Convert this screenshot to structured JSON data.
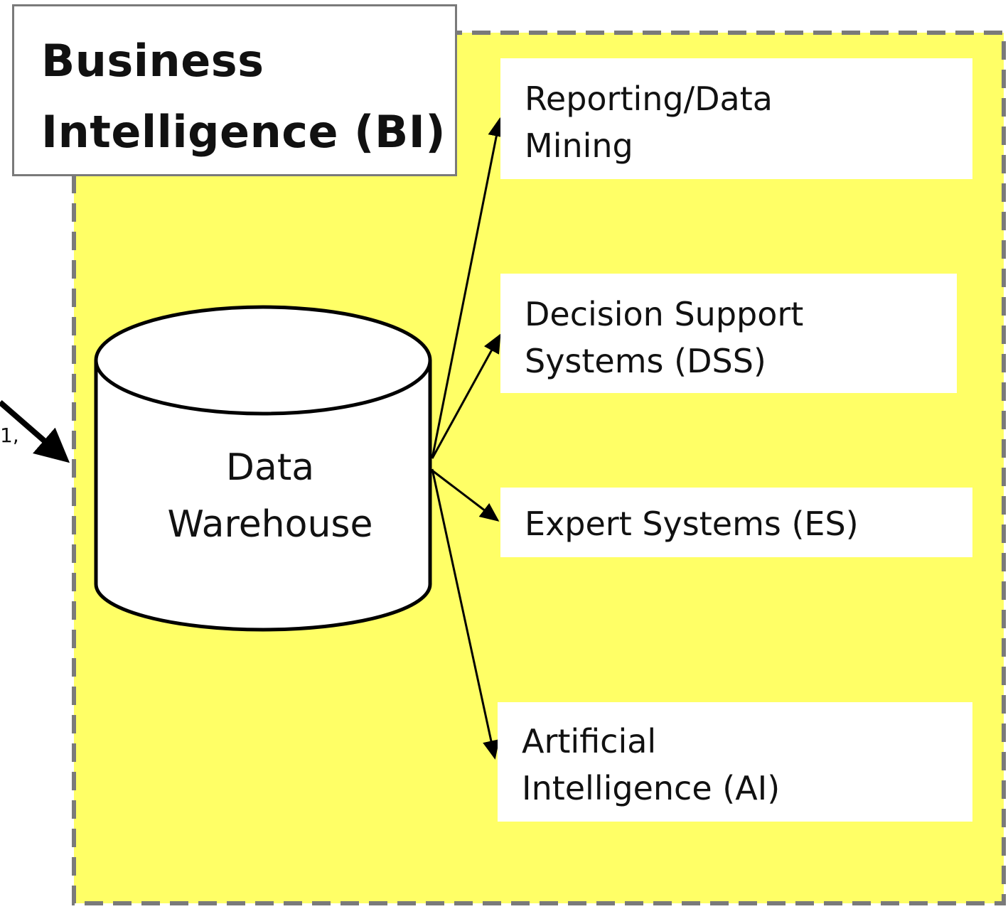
{
  "title": {
    "line1": "Business",
    "line2": "Intelligence (BI)"
  },
  "warehouse": {
    "line1": "Data",
    "line2": "Warehouse"
  },
  "outputs": [
    {
      "line1": "Reporting/Data",
      "line2": "Mining"
    },
    {
      "line1": "Decision Support",
      "line2": "Systems (DSS)"
    },
    {
      "line1": "Expert Systems (ES)",
      "line2": ""
    },
    {
      "line1": "Artificial",
      "line2": "Intelligence (AI)"
    }
  ],
  "incoming_fragment": "1,",
  "colors": {
    "region_fill": "#ffff66",
    "region_border": "#7a7a7a",
    "box_fill": "#ffffff",
    "stroke": "#000000"
  }
}
